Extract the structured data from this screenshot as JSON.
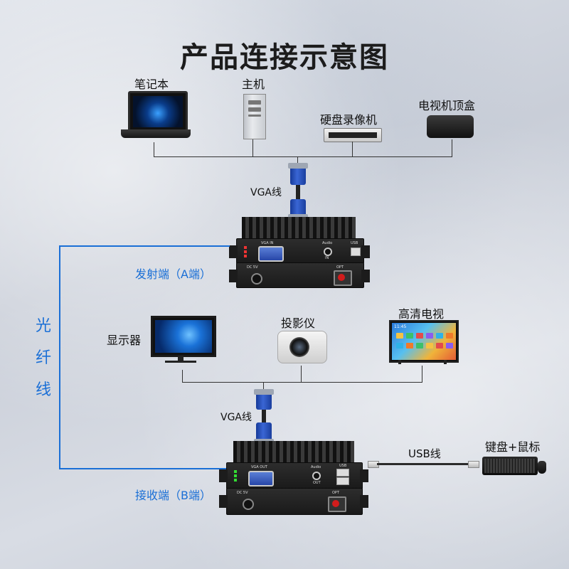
{
  "title": "产品连接示意图",
  "sources": {
    "laptop": "笔记本",
    "host": "主机",
    "dvr": "硬盘录像机",
    "stb": "电视机顶盒"
  },
  "cable_vga_top": "VGA线",
  "cable_vga_bottom": "VGA线",
  "transmitter_label": "发射端（A端）",
  "receiver_label": "接收端（B端）",
  "fiber_label": [
    "光",
    "纤",
    "线"
  ],
  "displays": {
    "monitor": "显示器",
    "projector": "投影仪",
    "hdtv": "高清电视"
  },
  "usb_cable": "USB线",
  "kbm": "键盘+鼠标",
  "device_ports": {
    "tx_vga": "VGA IN",
    "rx_vga": "VGA OUT",
    "audio": "Audio",
    "audio_in": "IN",
    "audio_out": "OUT",
    "usb": "USB",
    "dc": "DC 5V",
    "opt": "OPT"
  },
  "tv_time": "11:45",
  "colors": {
    "accent": "#1a6fd6",
    "line": "#333333"
  }
}
